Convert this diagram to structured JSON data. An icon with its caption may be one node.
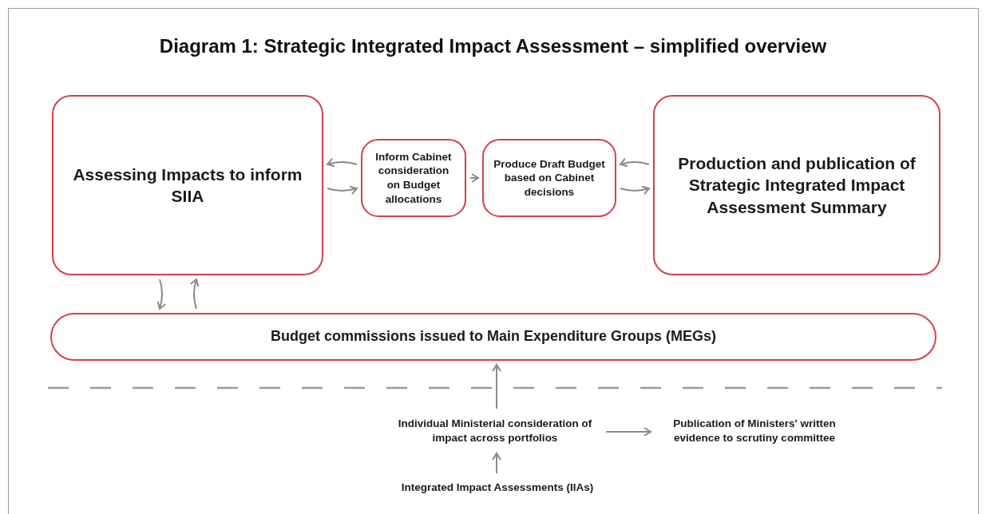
{
  "diagram": {
    "title": "Diagram 1: Strategic Integrated Impact Assessment – simplified overview",
    "nodes": [
      {
        "text": [
          "Assessing Impacts to inform SIIA"
        ]
      },
      {
        "text": [
          "Inform Cabinet consideration on Budget allocations"
        ]
      },
      {
        "text": [
          "Produce Draft Budget based on Cabinet decisions"
        ]
      },
      {
        "text": [
          "Production and publication of Strategic Integrated Impact Assessment Summary"
        ]
      },
      {
        "text": [
          "Budget commissions issued to Main Expenditure Groups (MEGs)"
        ]
      },
      {
        "text": [
          "Individual Ministerial consideration of impact across portfolios"
        ]
      },
      {
        "text": [
          "Publication of Ministers' written evidence to scrutiny committee"
        ]
      },
      {
        "text": [
          "Integrated Impact Assessments (IIAs)"
        ]
      }
    ],
    "edges": [
      {
        "from": 1,
        "to": 0,
        "arrow": "to"
      },
      {
        "from": 0,
        "to": 1,
        "arrow": "to"
      },
      {
        "from": 1,
        "to": 2,
        "arrow": "to"
      },
      {
        "from": 3,
        "to": 2,
        "arrow": "to"
      },
      {
        "from": 2,
        "to": 3,
        "arrow": "to"
      },
      {
        "from": 0,
        "to": 4,
        "arrow": "to"
      },
      {
        "from": 4,
        "to": 0,
        "arrow": "to"
      },
      {
        "from": 5,
        "to": 4,
        "arrow": "to"
      },
      {
        "from": 5,
        "to": 6,
        "arrow": "to"
      },
      {
        "from": 7,
        "to": 5,
        "arrow": "to"
      }
    ]
  }
}
